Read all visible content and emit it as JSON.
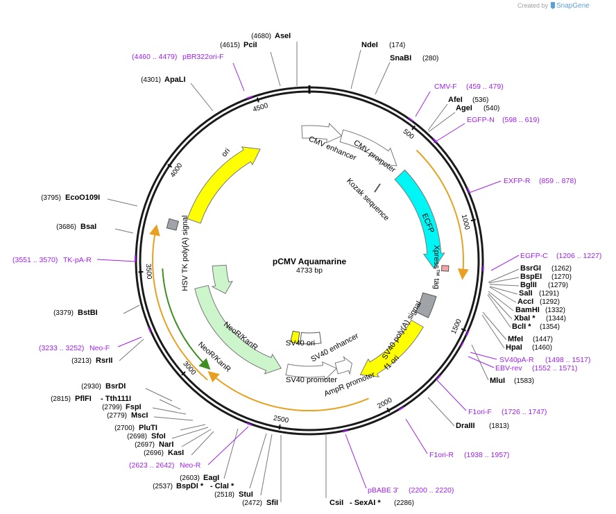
{
  "credit": {
    "text": "Created by",
    "brand": "SnapGene",
    "logo_icon": "snapgene-logo-icon"
  },
  "plasmid": {
    "name": "pCMV Aquamarine",
    "size_label": "4733 bp",
    "length": 4733
  },
  "ticks": [
    "500",
    "1000",
    "1500",
    "2000",
    "2500",
    "3000",
    "3500",
    "4000",
    "4500"
  ],
  "sites": [
    {
      "name": "AseI",
      "pos": "(4680)"
    },
    {
      "name": "PciI",
      "pos": "(4615)"
    },
    {
      "name": "ApaLI",
      "pos": "(4301)"
    },
    {
      "name": "EcoO109I",
      "pos": "(3795)"
    },
    {
      "name": "BsaI",
      "pos": "(3686)"
    },
    {
      "name": "BstBI",
      "pos": "(3379)"
    },
    {
      "name": "RsrII",
      "pos": "(3213)"
    },
    {
      "name": "BsrDI",
      "pos": "(2930)"
    },
    {
      "name": "PflFI",
      "pos": "(2815)",
      "suffix": "- Tth111I"
    },
    {
      "name": "FspI",
      "pos": "(2799)"
    },
    {
      "name": "MscI",
      "pos": "(2779)"
    },
    {
      "name": "PluTI",
      "pos": "(2700)"
    },
    {
      "name": "SfoI",
      "pos": "(2698)"
    },
    {
      "name": "NarI",
      "pos": "(2697)"
    },
    {
      "name": "KasI",
      "pos": "(2696)"
    },
    {
      "name": "EagI",
      "pos": "(2603)"
    },
    {
      "name": "BspDI *",
      "pos": "(2537)",
      "suffix": "- ClaI *"
    },
    {
      "name": "StuI",
      "pos": "(2518)"
    },
    {
      "name": "SfiI",
      "pos": "(2472)"
    },
    {
      "name": "CsiI",
      "pos": "(2286)",
      "suffix": "- SexAI *"
    },
    {
      "name": "NdeI",
      "pos": "(174)"
    },
    {
      "name": "SnaBI",
      "pos": "(280)"
    },
    {
      "name": "AfeI",
      "pos": "(536)"
    },
    {
      "name": "AgeI",
      "pos": "(540)"
    },
    {
      "name": "BsrGI",
      "pos": "(1262)"
    },
    {
      "name": "BspEI",
      "pos": "(1270)"
    },
    {
      "name": "BglII",
      "pos": "(1279)"
    },
    {
      "name": "SalI",
      "pos": "(1291)"
    },
    {
      "name": "AccI",
      "pos": "(1292)"
    },
    {
      "name": "BamHI",
      "pos": "(1332)"
    },
    {
      "name": "XbaI *",
      "pos": "(1344)"
    },
    {
      "name": "BclI *",
      "pos": "(1354)"
    },
    {
      "name": "MfeI",
      "pos": "(1447)"
    },
    {
      "name": "HpaI",
      "pos": "(1460)"
    },
    {
      "name": "MluI",
      "pos": "(1583)"
    },
    {
      "name": "DraIII",
      "pos": "(1813)"
    }
  ],
  "primers": [
    {
      "name": "pBR322ori-F",
      "range": "(4460 .. 4479)"
    },
    {
      "name": "CMV-F",
      "range": "(459 .. 479)"
    },
    {
      "name": "EGFP-N",
      "range": "(598 .. 619)"
    },
    {
      "name": "EXFP-R",
      "range": "(859 .. 878)"
    },
    {
      "name": "EGFP-C",
      "range": "(1206 .. 1227)"
    },
    {
      "name": "SV40pA-R",
      "range": "(1498 .. 1517)"
    },
    {
      "name": "EBV-rev",
      "range": "(1552 .. 1571)"
    },
    {
      "name": "F1ori-F",
      "range": "(1726 .. 1747)"
    },
    {
      "name": "F1ori-R",
      "range": "(1938 .. 1957)"
    },
    {
      "name": "pBABE 3'",
      "range": "(2200 .. 2220)"
    },
    {
      "name": "Neo-R",
      "range": "(2623 .. 2642)"
    },
    {
      "name": "Neo-F",
      "range": "(3233 .. 3252)"
    },
    {
      "name": "TK-pA-R",
      "range": "(3551 .. 3570)"
    }
  ],
  "features": {
    "cmv_enhancer": "CMV enhancer",
    "cmv_promoter": "CMV promoter",
    "kozak": "Kozak sequence",
    "ecfp": "ECFP",
    "xpress": "Xpress™ tag",
    "sv40_polya": "SV40 poly(A) signal",
    "f1_ori": "f1 ori",
    "ampr_promoter": "AmpR promoter",
    "sv40_promoter": "SV40 promoter",
    "sv40_enhancer": "SV40 enhancer",
    "sv40_ori": "SV40 ori",
    "neo_kan_outer": "NeoR/KanR",
    "neo_kan_inner": "NeoR/KanR",
    "hsv_tk": "HSV TK poly(A) signal",
    "ori": "ori"
  },
  "colors": {
    "backbone": "#1a1a1a",
    "primer": "#a020f0",
    "ecfp": "#00f5f5",
    "ori": "#ffff00",
    "neo": "#ccf5cc",
    "orf": "#e8a020",
    "grey_feature": "#a0a4a8"
  }
}
